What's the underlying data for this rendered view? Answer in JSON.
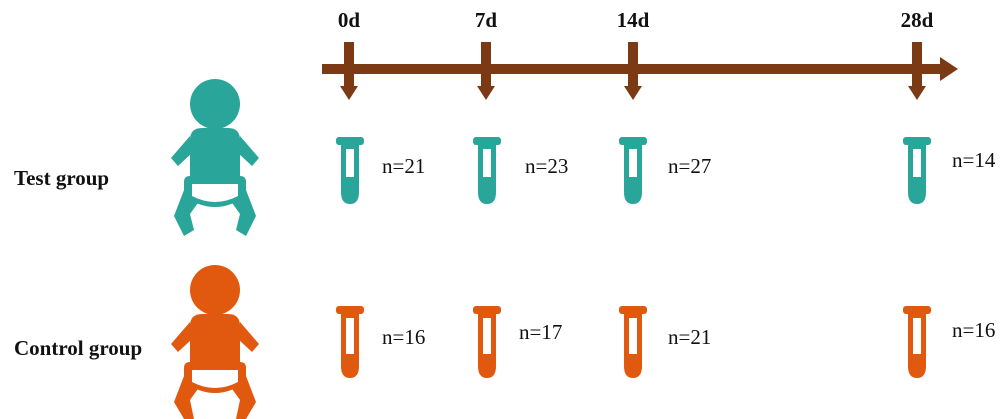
{
  "timeline": {
    "days": [
      "0d",
      "7d",
      "14d",
      "28d"
    ],
    "color": "#7b3a13"
  },
  "groups": [
    {
      "label": "Test group",
      "color": "#2aa59a",
      "counts": [
        "n=21",
        "n=23",
        "n=27",
        "n=14"
      ]
    },
    {
      "label": "Control group",
      "color": "#e1590f",
      "counts": [
        "n=16",
        "n=17",
        "n=21",
        "n=16"
      ]
    }
  ]
}
